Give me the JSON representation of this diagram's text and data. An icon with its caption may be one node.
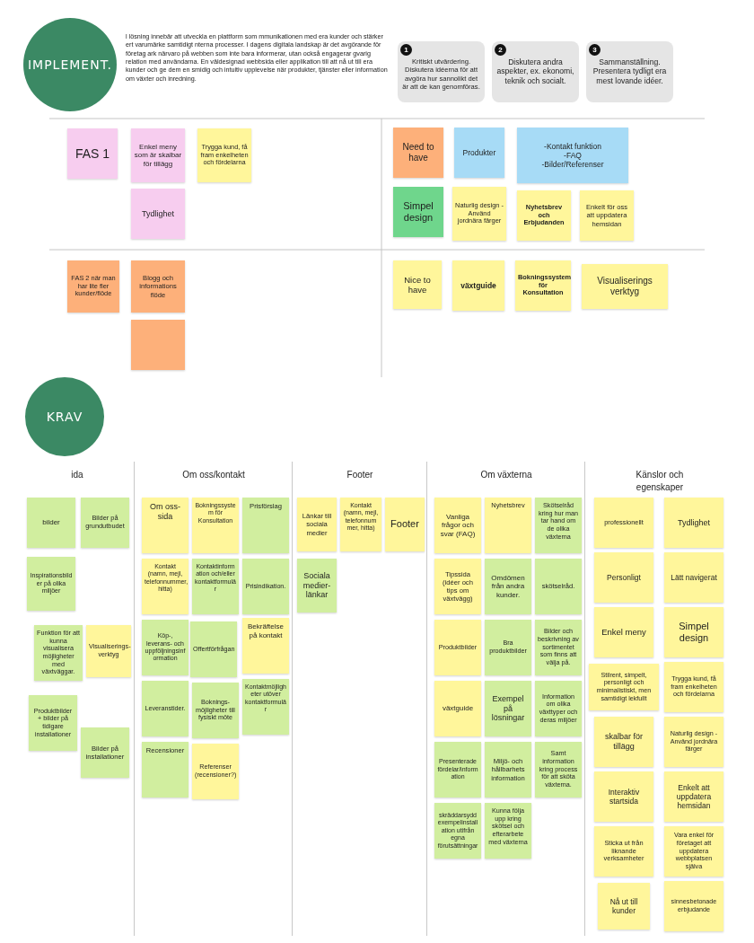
{
  "diagram": {
    "nodes": [
      {
        "text": [
          "IMPLEMENT."
        ]
      },
      {
        "text": [
          "1",
          "Kritiskt utvärdering. Diskutera idéerna för att avgöra hur sannolikt det är att de kan genomföras."
        ]
      },
      {
        "text": [
          "2",
          "Diskutera andra aspekter, ex. ekonomi, teknik och socialt."
        ]
      },
      {
        "text": [
          "3",
          "Sammanställning. Presentera tydligt era mest lovande idéer."
        ]
      },
      {
        "text": [
          "FAS 1"
        ]
      },
      {
        "text": [
          "Enkel meny som är skalbar för tillägg"
        ]
      },
      {
        "text": [
          "Trygga kund, få fram enkelheten och fördelarna"
        ]
      },
      {
        "text": [
          "Tydlighet"
        ]
      },
      {
        "text": [
          "Need to have"
        ]
      },
      {
        "text": [
          "Produkter"
        ]
      },
      {
        "text": [
          "-Kontakt funktion",
          "-FAQ",
          "-Bilder/Referenser"
        ]
      },
      {
        "text": [
          "Simpel design"
        ]
      },
      {
        "text": [
          "Naturlig design - Använd jordnära färger"
        ]
      },
      {
        "text": [
          "Nyhetsbrev och Erbjudanden"
        ]
      },
      {
        "text": [
          "Enkelt för oss att uppdatera hemsidan"
        ]
      },
      {
        "text": [
          "FAS 2 när man har lite fler kunder/flöde"
        ]
      },
      {
        "text": [
          "Blogg och informations flöde"
        ]
      },
      {
        "text": [],
        "shape": "box"
      },
      {
        "text": [
          "Nice to have"
        ]
      },
      {
        "text": [
          "växtguide"
        ]
      },
      {
        "text": [
          "Bokningssystem för Konsultation"
        ]
      },
      {
        "text": [
          "Visualiserings verktyg"
        ]
      },
      {
        "text": [
          "KRAV"
        ]
      },
      {
        "text": [
          "ida"
        ]
      },
      {
        "text": [
          "bilder"
        ],
        "in": 23
      },
      {
        "text": [
          "Bilder på grundutbudet"
        ],
        "in": 23
      },
      {
        "text": [
          "Inspirationsbilder på olika miljöer"
        ],
        "in": 23
      },
      {
        "text": [
          "Funktion för att kunna visualisera möjligheter med växtväggar."
        ],
        "in": 23
      },
      {
        "text": [
          "Visualiserings-verktyg"
        ],
        "in": 23
      },
      {
        "text": [
          "Produktbilder + bilder på tidigare installationer"
        ],
        "in": 23
      },
      {
        "text": [
          "Bilder på installationer"
        ],
        "in": 23
      },
      {
        "text": [
          "Om oss/kontakt"
        ]
      },
      {
        "text": [
          "Om oss-sida"
        ],
        "in": 31
      },
      {
        "text": [
          "Bokningssystem för Konsultation"
        ],
        "in": 31
      },
      {
        "text": [
          "Prisförslag"
        ],
        "in": 31
      },
      {
        "text": [
          "Kontakt (namn, mejl, telefonnummer, hitta)"
        ],
        "in": 31
      },
      {
        "text": [
          "Kontaktinformation och/eller kontaktformulär"
        ],
        "in": 31
      },
      {
        "text": [
          "Prisindikation."
        ],
        "in": 31
      },
      {
        "text": [
          "Köp-, leverans- och uppföljningsinformation"
        ],
        "in": 31
      },
      {
        "text": [
          "Offertförfrågan"
        ],
        "in": 31
      },
      {
        "text": [
          "Bekräftelse på kontakt"
        ],
        "in": 31
      },
      {
        "text": [
          "Leveranstider."
        ],
        "in": 31
      },
      {
        "text": [
          "Boknings-möjligheter till fysiskt möte"
        ],
        "in": 31
      },
      {
        "text": [
          "Kontaktmöjligheter utöver kontaktformulär"
        ],
        "in": 31
      },
      {
        "text": [
          "Recensioner"
        ],
        "in": 31
      },
      {
        "text": [
          "Referenser (recensioner?)"
        ],
        "in": 31
      },
      {
        "text": [
          "Footer"
        ]
      },
      {
        "text": [
          "Länkar till sociala medier"
        ],
        "in": 46
      },
      {
        "text": [
          "Kontakt (namn, mejl, telefonnummer, hitta)"
        ],
        "in": 46
      },
      {
        "text": [
          "Footer"
        ],
        "in": 46
      },
      {
        "text": [
          "Sociala medier-länkar"
        ],
        "in": 46
      },
      {
        "text": [
          "Om växterna"
        ]
      },
      {
        "text": [
          "Vanliga frågor och svar (FAQ)"
        ],
        "in": 51
      },
      {
        "text": [
          "Nyhetsbrev"
        ],
        "in": 51
      },
      {
        "text": [
          "Skötselråd kring hur man tar hand om de olika växterna"
        ],
        "in": 51
      },
      {
        "text": [
          "Tipssida (idéer och tips om växtvägg)"
        ],
        "in": 51
      },
      {
        "text": [
          "Omdömen från andra kunder."
        ],
        "in": 51
      },
      {
        "text": [
          "skötselråd."
        ],
        "in": 51
      },
      {
        "text": [
          "Produktbilder"
        ],
        "in": 51
      },
      {
        "text": [
          "Bra produktbilder"
        ],
        "in": 51
      },
      {
        "text": [
          "Bilder och beskrivning av sortimentet som finns att välja på."
        ],
        "in": 51
      },
      {
        "text": [
          "växtguide"
        ],
        "in": 51
      },
      {
        "text": [
          "Exempel på lösningar"
        ],
        "in": 51
      },
      {
        "text": [
          "Information om olika växttyper och deras miljöer"
        ],
        "in": 51
      },
      {
        "text": [
          "Presenterade fördelar/information"
        ],
        "in": 51
      },
      {
        "text": [
          "Miljö- och hållbarhets information"
        ],
        "in": 51
      },
      {
        "text": [
          "Samt information kring process för att sköta växterna."
        ],
        "in": 51
      },
      {
        "text": [
          "skräddarsydd exempelinstallation utifrån egna förutsättningar"
        ],
        "in": 51
      },
      {
        "text": [
          "Kunna följa upp kring skötsel och efterarbete med växterna"
        ],
        "in": 51
      },
      {
        "text": [
          "Känslor och egenskaper"
        ]
      },
      {
        "text": [
          "professionellt"
        ],
        "in": 69
      },
      {
        "text": [
          "Tydlighet"
        ],
        "in": 69
      },
      {
        "text": [
          "Personligt"
        ],
        "in": 69
      },
      {
        "text": [
          "Lätt navigerat"
        ],
        "in": 69
      },
      {
        "text": [
          "Enkel meny"
        ],
        "in": 69
      },
      {
        "text": [
          "Simpel design"
        ],
        "in": 69
      },
      {
        "text": [
          "Stilrent, simpelt, personligt och minimalistiskt, men samtidigt lekfullt"
        ],
        "in": 69
      },
      {
        "text": [
          "Trygga kund, få fram enkelheten och fördelarna"
        ],
        "in": 69
      },
      {
        "text": [
          "skalbar för tillägg"
        ],
        "in": 69
      },
      {
        "text": [
          "Naturlig design - Använd jordnära färger"
        ],
        "in": 69
      },
      {
        "text": [
          "Interaktiv startsida"
        ],
        "in": 69
      },
      {
        "text": [
          "Enkelt att uppdatera hemsidan"
        ],
        "in": 69
      },
      {
        "text": [
          "Sticka ut från liknande verksamheter"
        ],
        "in": 69
      },
      {
        "text": [
          "Vara enkel för företaget att uppdatera webbplatsen själva"
        ],
        "in": 69
      },
      {
        "text": [
          "Nå ut till kunder"
        ],
        "in": 69
      },
      {
        "text": [
          "sinnesbetonade erbjudande"
        ],
        "in": 69
      }
    ],
    "labels": [
      "l lösning innebär att utveckla en plattform som mmunikationen med era kunder och stärker ert varumärke samtidigt nterna processer. I dagens digitala landskap är det avgörande för företag ark närvaro på webben som inte bara informerar, utan också engagerar gvarig relation med användarna. En väldesignad webbsida eller applikation till att nå ut till era kunder och ge dem en smidig och intuitiv upplevelse när produkter, tjänster eller information om växter och inredning."
    ]
  }
}
